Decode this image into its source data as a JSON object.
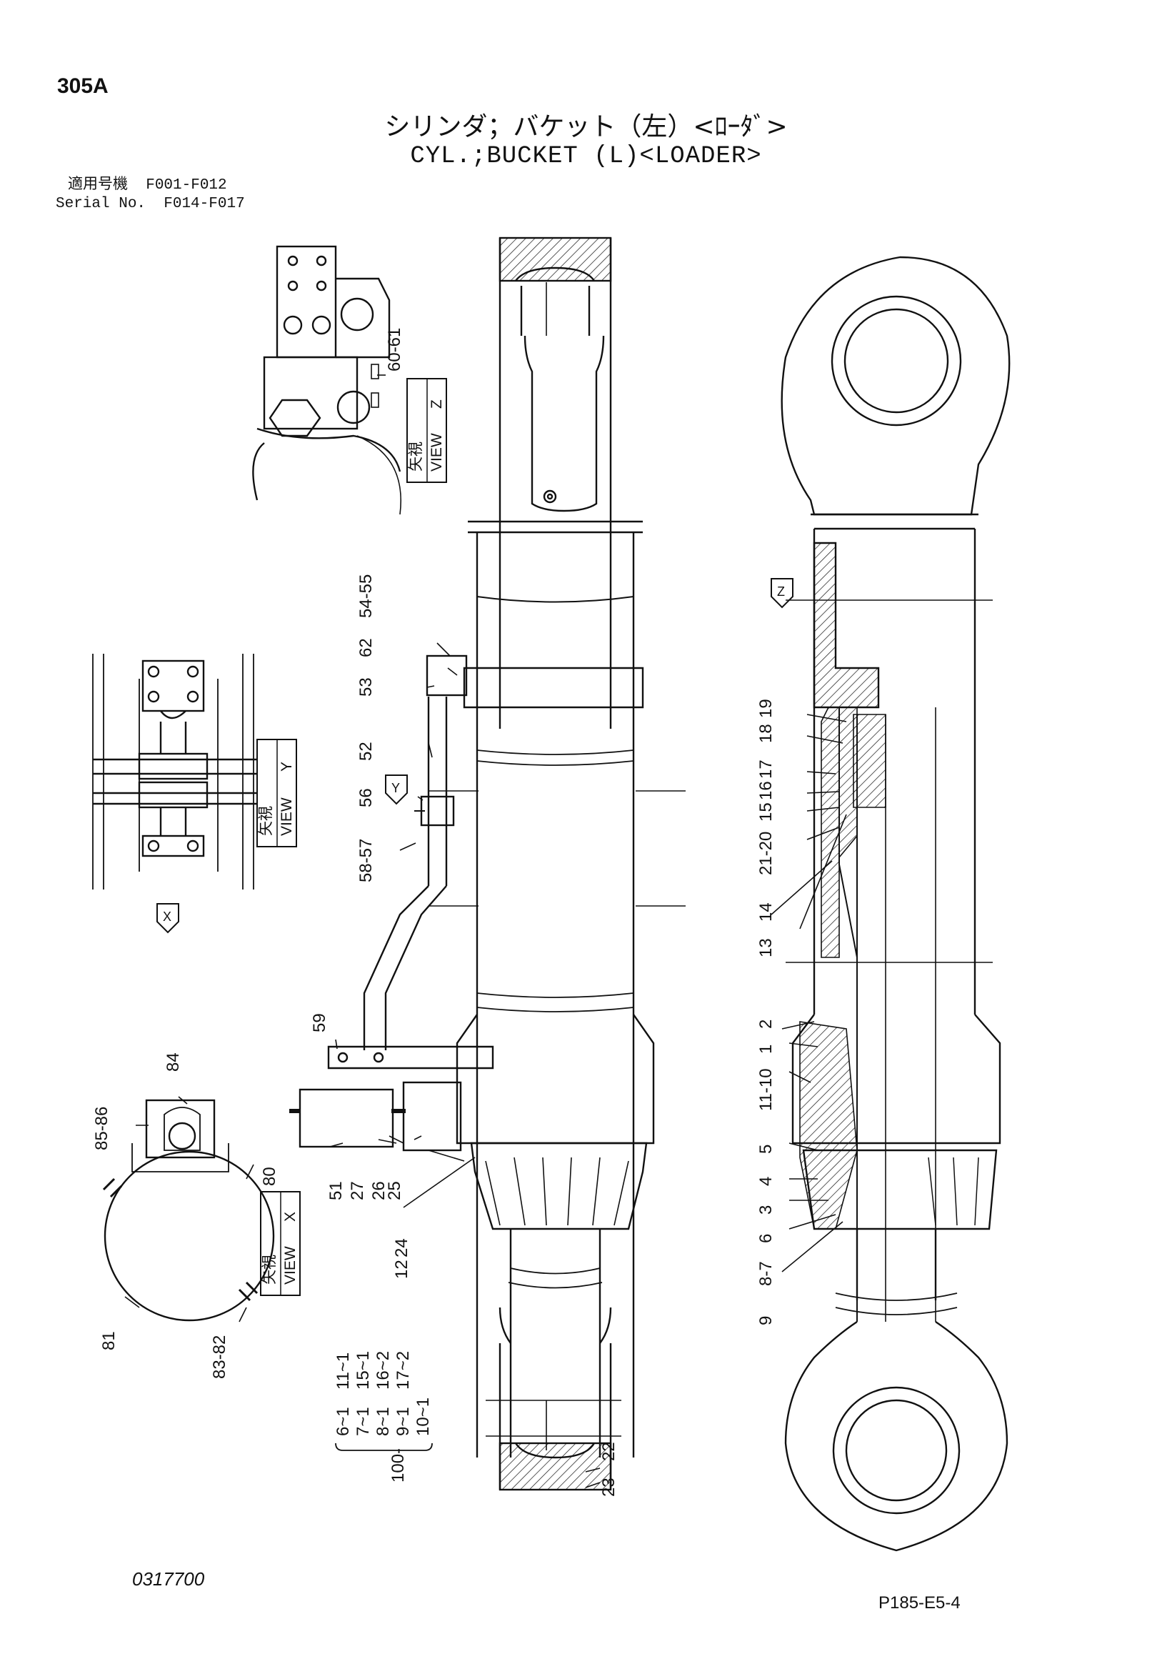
{
  "header": {
    "page_code": "305A",
    "title_jp": "シリンダ；バケット（左）<ﾛｰﾀﾞ>",
    "title_en": "CYL.;BUCKET (L)<LOADER>",
    "serial_label_jp": "適用号機",
    "serial_range_1": "F001-F012",
    "serial_label_en": "Serial No.",
    "serial_range_2": "F014-F017"
  },
  "views": {
    "z": {
      "label_jp": "矢視",
      "label_en": "VIEW",
      "letter": "Z"
    },
    "y": {
      "label_jp": "矢視",
      "label_en": "VIEW",
      "letter": "Y"
    },
    "x": {
      "label_jp": "矢視",
      "label_en": "VIEW",
      "letter": "X"
    },
    "marker_x": "X",
    "marker_y": "Y",
    "marker_z": "Z"
  },
  "callouts": {
    "c60_61": "60-61",
    "c54_55": "54-55",
    "c62": "62",
    "c53": "53",
    "c52": "52",
    "c56": "56",
    "c58_57": "58-57",
    "c59": "59",
    "c51": "51",
    "c27": "27",
    "c26": "26",
    "c25": "25",
    "c24": "24",
    "c12": "12",
    "c84": "84",
    "c85_86": "85-86",
    "c80": "80",
    "c81": "81",
    "c83_82": "83-82",
    "c23": "23",
    "c22": "22",
    "c19": "19",
    "c18": "18",
    "c17": "17",
    "c16": "16",
    "c15": "15",
    "c21_20": "21-20",
    "c14": "14",
    "c13": "13",
    "c2": "2",
    "c1": "1",
    "c11_10": "11-10",
    "c5": "5",
    "c4": "4",
    "c3": "3",
    "c6": "6",
    "c8_7": "8-7",
    "c9": "9"
  },
  "kit": {
    "number": "100-",
    "col1": [
      "6~1",
      "7~1",
      "8~1",
      "9~1",
      "10~1"
    ],
    "col2": [
      "11~1",
      "15~1",
      "16~2",
      "17~2"
    ]
  },
  "footer": {
    "drawing_number": "0317700",
    "sheet_code": "P185-E5-4"
  }
}
